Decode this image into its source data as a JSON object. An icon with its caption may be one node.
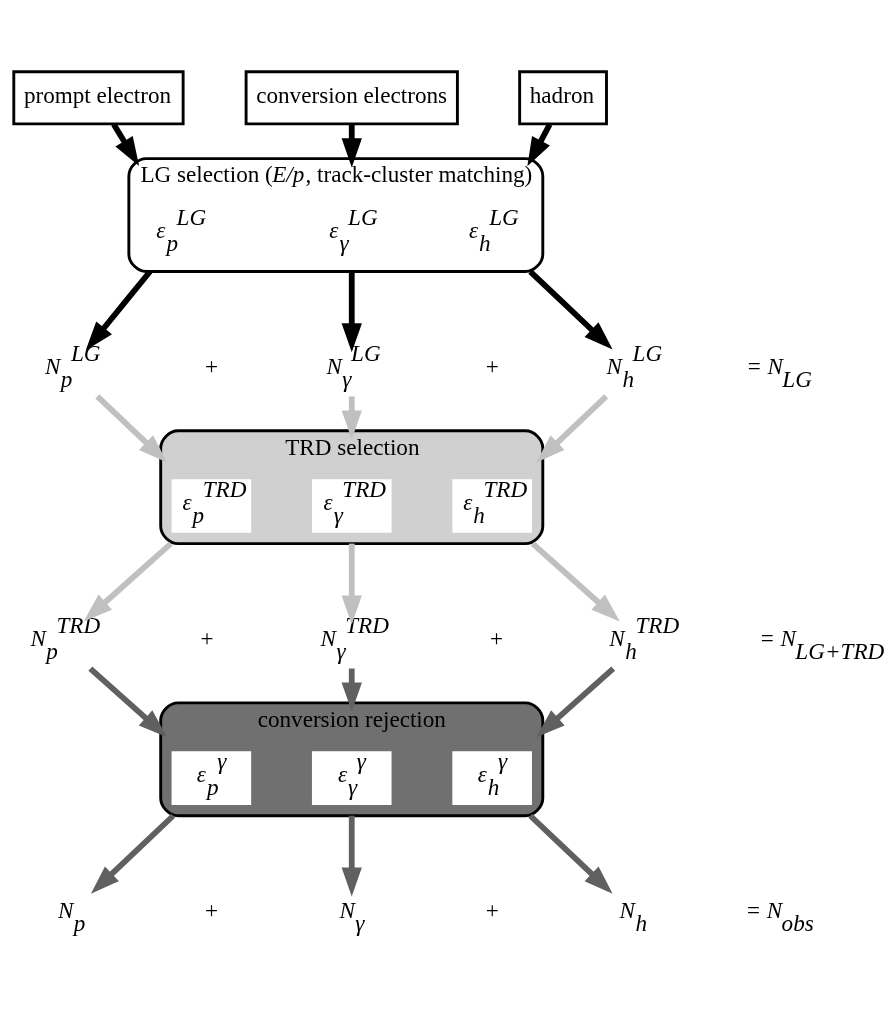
{
  "diagram": {
    "nodes": [
      {
        "text": [
          "prompt electron"
        ]
      },
      {
        "text": [
          "conversion electrons"
        ]
      },
      {
        "text": [
          "hadron"
        ]
      },
      {
        "text": [
          "LG selection (*E/p*, track-cluster matching)"
        ]
      },
      {
        "text": [
          "ε$_{p}$$^{LG}$"
        ],
        "in": 3
      },
      {
        "text": [
          "ε$_{γ}$$^{LG}$"
        ],
        "in": 3
      },
      {
        "text": [
          "ε$_{h}$$^{LG}$"
        ],
        "in": 3
      },
      {
        "text": [
          "N$_{p}$$^{LG}$"
        ]
      },
      {
        "text": [
          "N$_{γ}$$^{LG}$"
        ]
      },
      {
        "text": [
          "N$_{h}$$^{LG}$"
        ]
      },
      {
        "text": [
          "TRD selection"
        ]
      },
      {
        "text": [
          "ε$_{p}$$^{TRD}$"
        ],
        "in": 10
      },
      {
        "text": [
          "ε$_{γ}$$^{TRD}$"
        ],
        "in": 10
      },
      {
        "text": [
          "ε$_{h}$$^{TRD}$"
        ],
        "in": 10
      },
      {
        "text": [
          "N$_{p}$$^{TRD}$"
        ]
      },
      {
        "text": [
          "N$_{γ}$$^{TRD}$"
        ]
      },
      {
        "text": [
          "N$_{h}$$^{TRD}$"
        ]
      },
      {
        "text": [
          "conversion rejection"
        ]
      },
      {
        "text": [
          "ε$_{p}$$^{γ}$"
        ],
        "in": 17
      },
      {
        "text": [
          "ε$_{γ}$$^{γ}$"
        ],
        "in": 17
      },
      {
        "text": [
          "ε$_{h}$$^{γ}$"
        ],
        "in": 17
      },
      {
        "text": [
          "N$_{p}$"
        ]
      },
      {
        "text": [
          "N$_{γ}$"
        ]
      },
      {
        "text": [
          "N$_{h}$"
        ]
      }
    ],
    "edges": [
      {
        "from": 0,
        "to": 3,
        "arrow": "to",
        "color": "#000000"
      },
      {
        "from": 1,
        "to": 3,
        "arrow": "to",
        "color": "#000000"
      },
      {
        "from": 2,
        "to": 3,
        "arrow": "to",
        "color": "#000000"
      },
      {
        "from": 3,
        "to": 7,
        "arrow": "to",
        "color": "#000000"
      },
      {
        "from": 3,
        "to": 8,
        "arrow": "to",
        "color": "#000000"
      },
      {
        "from": 3,
        "to": 9,
        "arrow": "to",
        "color": "#000000"
      },
      {
        "from": 7,
        "to": 10,
        "arrow": "to",
        "color": "#c0c0c0"
      },
      {
        "from": 8,
        "to": 10,
        "arrow": "to",
        "color": "#c0c0c0"
      },
      {
        "from": 9,
        "to": 10,
        "arrow": "to",
        "color": "#c0c0c0"
      },
      {
        "from": 10,
        "to": 14,
        "arrow": "to",
        "color": "#c0c0c0"
      },
      {
        "from": 10,
        "to": 15,
        "arrow": "to",
        "color": "#c0c0c0"
      },
      {
        "from": 10,
        "to": 16,
        "arrow": "to",
        "color": "#c0c0c0"
      },
      {
        "from": 14,
        "to": 17,
        "arrow": "to",
        "color": "#606060"
      },
      {
        "from": 15,
        "to": 17,
        "arrow": "to",
        "color": "#606060"
      },
      {
        "from": 16,
        "to": 17,
        "arrow": "to",
        "color": "#606060"
      },
      {
        "from": 17,
        "to": 21,
        "arrow": "to",
        "color": "#606060"
      },
      {
        "from": 17,
        "to": 22,
        "arrow": "to",
        "color": "#606060"
      },
      {
        "from": 17,
        "to": 23,
        "arrow": "to",
        "color": "#606060"
      }
    ],
    "labels": [
      "+",
      "+",
      "= N$_{LG}$",
      "+",
      "+",
      "= N$_{LG+TRD}$",
      "+",
      "+",
      "= N$_{obs}$"
    ]
  }
}
